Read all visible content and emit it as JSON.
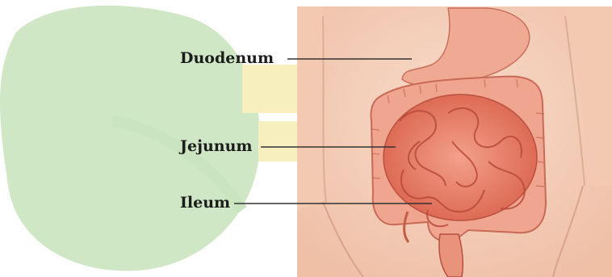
{
  "labels": {
    "duodenum": "Duodenum",
    "jejunum": "Jejunum",
    "ileum": "Ileum"
  },
  "colors": {
    "watermark_green": "#9fce8e",
    "watermark_yellow": "#efe27a",
    "skin": "#f5cdb6",
    "intestine": "#e9806a",
    "colon": "#ef9f8a",
    "stomach": "#f0a992",
    "leader_line": "#333333"
  }
}
